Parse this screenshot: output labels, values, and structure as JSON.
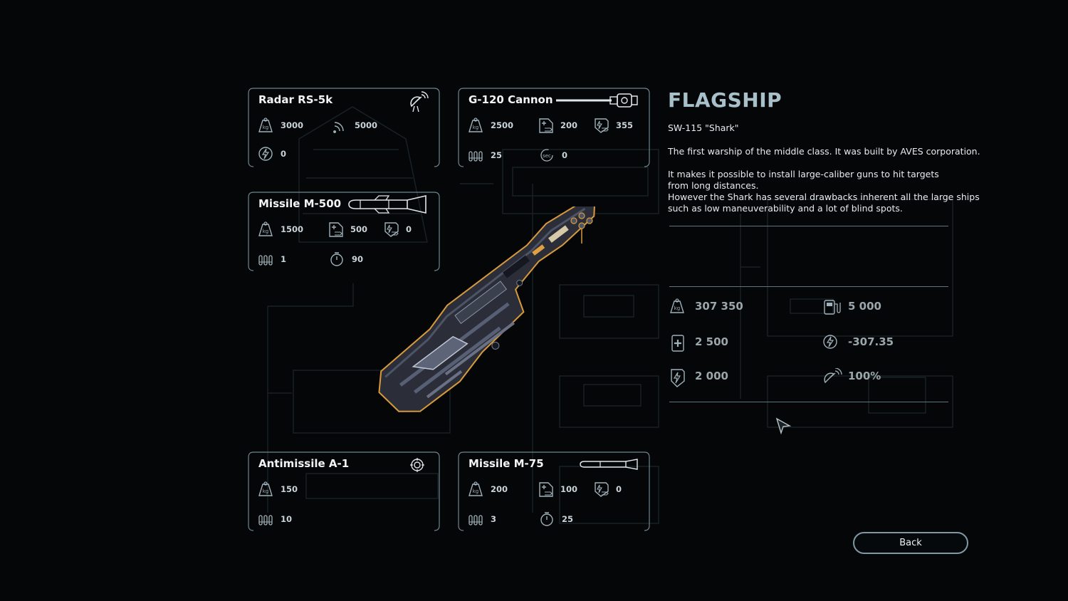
{
  "cards": [
    {
      "id": "radar",
      "title": "Radar RS-5k",
      "header_icon": "radar-dish-icon",
      "stats": [
        {
          "icon": "weight-kg-icon",
          "value": "3000"
        },
        {
          "icon": "signal-range-icon",
          "value": "5000"
        },
        {
          "icon": "energy-icon",
          "value": "0"
        }
      ]
    },
    {
      "id": "cannon",
      "title": "G-120 Cannon",
      "header_icon": "cannon-icon",
      "stats": [
        {
          "icon": "weight-kg-icon",
          "value": "2500"
        },
        {
          "icon": "hull-damage-icon",
          "value": "200"
        },
        {
          "icon": "shield-damage-icon",
          "value": "355"
        },
        {
          "icon": "ammo-icon",
          "value": "25"
        },
        {
          "icon": "reload-seconds-icon",
          "value": "0"
        }
      ]
    },
    {
      "id": "missile500",
      "title": "Missile M-500",
      "header_icon": "missile-icon",
      "stats": [
        {
          "icon": "weight-kg-icon",
          "value": "1500"
        },
        {
          "icon": "hull-damage-icon",
          "value": "500"
        },
        {
          "icon": "shield-damage-icon",
          "value": "0"
        },
        {
          "icon": "ammo-icon",
          "value": "1"
        },
        {
          "icon": "timer-icon",
          "value": "90"
        }
      ]
    },
    {
      "id": "antimissile",
      "title": "Antimissile A-1",
      "header_icon": "target-icon",
      "stats": [
        {
          "icon": "weight-kg-icon",
          "value": "150"
        },
        {
          "icon": "ammo-icon",
          "value": "10"
        }
      ]
    },
    {
      "id": "missile75",
      "title": "Missile M-75",
      "header_icon": "small-missile-icon",
      "stats": [
        {
          "icon": "weight-kg-icon",
          "value": "200"
        },
        {
          "icon": "hull-damage-icon",
          "value": "100"
        },
        {
          "icon": "shield-damage-icon",
          "value": "0"
        },
        {
          "icon": "ammo-icon",
          "value": "3"
        },
        {
          "icon": "timer-icon",
          "value": "25"
        }
      ]
    }
  ],
  "ship": {
    "title": "FLAGSHIP",
    "model": "SW-115 \"Shark\"",
    "description": [
      "The first warship of the middle class. It was built by AVES corporation.",
      "It makes it possible to install large-caliber guns to hit targets",
      "from long distances.",
      "However the Shark has several drawbacks inherent all the large ships",
      "such as low maneuverability and a lot of blind spots."
    ],
    "stats": {
      "mass": "307 350",
      "fuel": "5 000",
      "hull": "2 500",
      "energy": "-307.35",
      "shield": "2 000",
      "radar": "100%"
    }
  },
  "buttons": {
    "back": "Back"
  },
  "colors": {
    "accent": "#a8c0ca",
    "ship_outline": "#d89a3a",
    "card_border": "#6d8590",
    "background": "#050607"
  }
}
